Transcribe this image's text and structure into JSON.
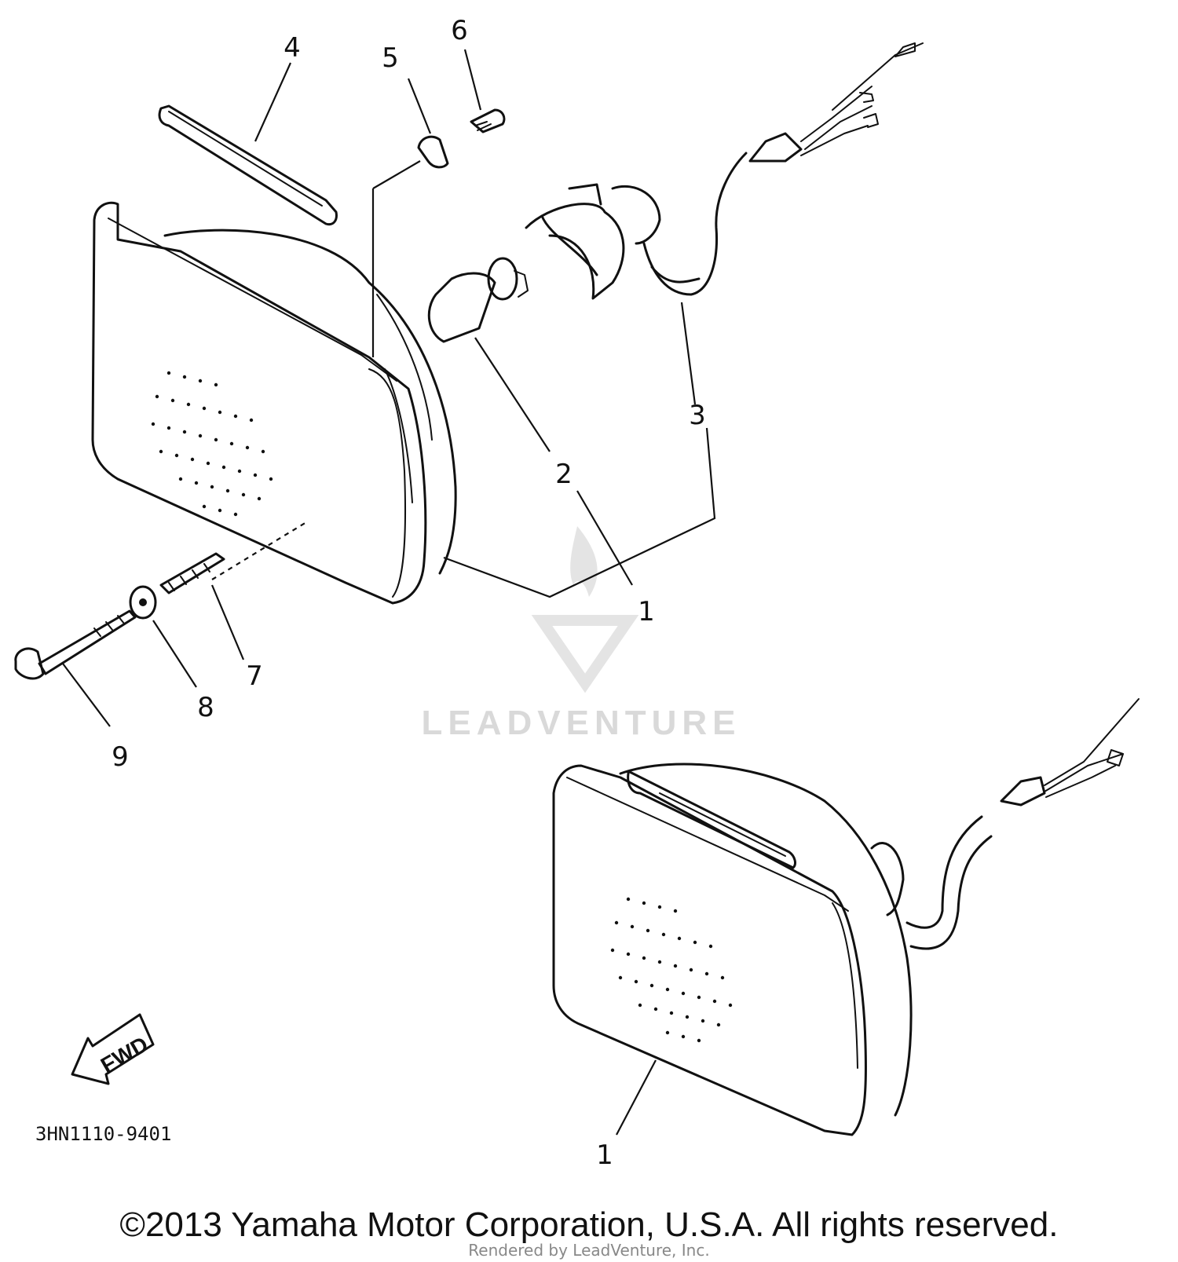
{
  "callouts": [
    {
      "id": "c1a",
      "text": "1"
    },
    {
      "id": "c2",
      "text": "2"
    },
    {
      "id": "c3",
      "text": "3"
    },
    {
      "id": "c4",
      "text": "4"
    },
    {
      "id": "c5",
      "text": "5"
    },
    {
      "id": "c6",
      "text": "6"
    },
    {
      "id": "c7",
      "text": "7"
    },
    {
      "id": "c8",
      "text": "8"
    },
    {
      "id": "c9",
      "text": "9"
    },
    {
      "id": "c1b",
      "text": "1"
    }
  ],
  "fwd_label": "FWD",
  "diagram_code": "3HN1110-9401",
  "watermark": "LEADVENTURE",
  "copyright": "©2013 Yamaha Motor Corporation, U.S.A. All rights reserved.",
  "rendered_by": "Rendered by LeadVenture, Inc."
}
